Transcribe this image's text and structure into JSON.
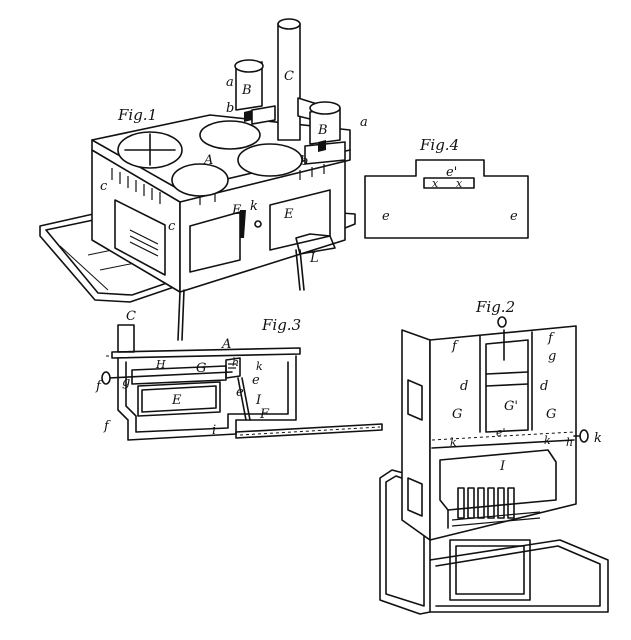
{
  "figures": {
    "fig1": {
      "title": "Fig.1",
      "labels": {
        "A": "A",
        "B1": "B",
        "B2": "B",
        "C": "C",
        "a1": "a",
        "a2": "a",
        "b1": "b",
        "b2": "b",
        "c1": "c",
        "c2": "c",
        "E1": "E",
        "E2": "E",
        "k": "k",
        "L": "L"
      }
    },
    "fig2": {
      "title": "Fig.2",
      "labels": {
        "f1": "f",
        "f2": "f",
        "g": "g",
        "d1": "d",
        "d2": "d",
        "G1": "G",
        "G2": "G'",
        "G3": "G",
        "k1": "k",
        "e": "e'",
        "k2": "k",
        "h": "h",
        "k3": "k",
        "I": "I"
      }
    },
    "fig3": {
      "title": "Fig.3",
      "labels": {
        "C": "C",
        "A": "A",
        "H": "H",
        "G": "G",
        "h": "h",
        "k": "k",
        "f1": "f",
        "g": "g",
        "e1": "e",
        "e2": "e",
        "E": "E",
        "I": "I",
        "F": "F",
        "i": "i",
        "f2": "f"
      }
    },
    "fig4": {
      "title": "Fig.4",
      "labels": {
        "e_top": "e'",
        "x1": "x",
        "x2": "x",
        "e1": "e",
        "e2": "e"
      }
    }
  }
}
